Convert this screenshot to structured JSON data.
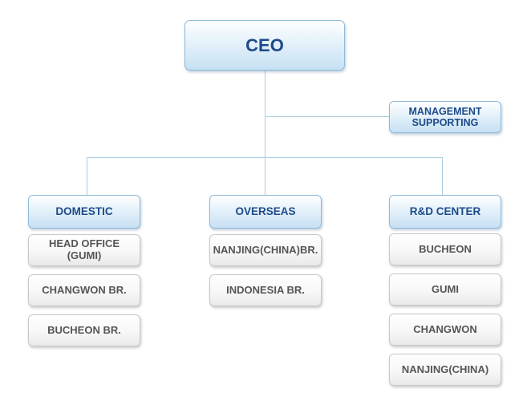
{
  "ceo": {
    "label": "CEO"
  },
  "management": {
    "line1": "MANAGEMENT",
    "line2": "SUPPORTING"
  },
  "domestic": {
    "header": "DOMESTIC",
    "items": [
      {
        "line1": "HEAD OFFICE",
        "line2": "(GUMI)"
      },
      {
        "line1": "CHANGWON BR."
      },
      {
        "line1": "BUCHEON BR."
      }
    ]
  },
  "overseas": {
    "header": "OVERSEAS",
    "items": [
      {
        "line1": "NANJING(CHINA)BR."
      },
      {
        "line1": "INDONESIA BR."
      }
    ]
  },
  "rnd": {
    "header": "R&D CENTER",
    "items": [
      {
        "line1": "BUCHEON"
      },
      {
        "line1": "GUMI"
      },
      {
        "line1": "CHANGWON"
      },
      {
        "line1": "NANJING(CHINA)"
      }
    ]
  },
  "colors": {
    "header_text": "#1d4a8a",
    "item_text": "#555555",
    "connector": "#a9cde2"
  }
}
